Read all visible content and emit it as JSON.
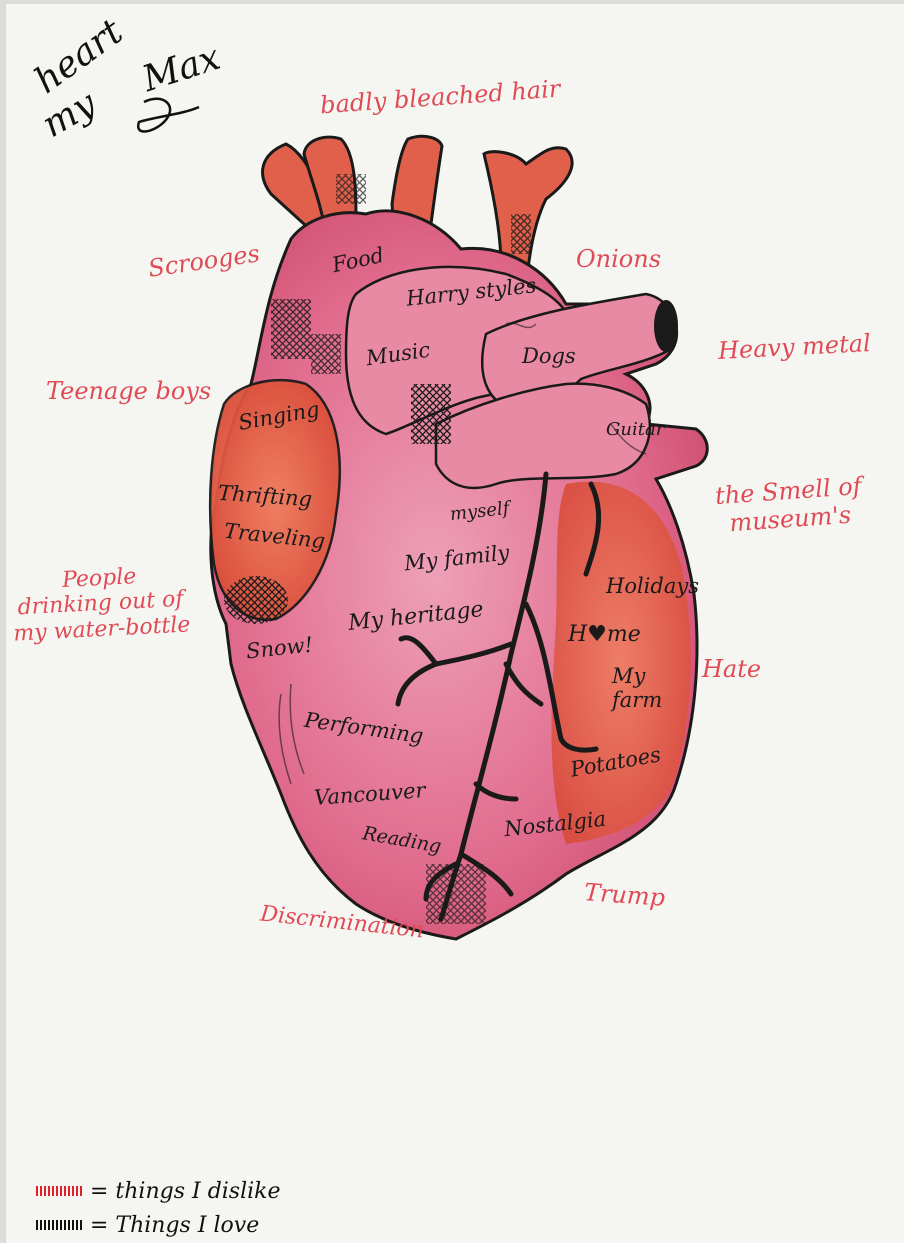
{
  "title": {
    "word1": "heart",
    "word2": "my",
    "word3": "Max"
  },
  "dislikes": {
    "badly_bleached_hair": "badly bleached hair",
    "scrooges": "Scrooges",
    "onions": "Onions",
    "heavy_metal": "Heavy metal",
    "teenage_boys": "Teenage boys",
    "smell_of_museums": "the Smell of\nmuseum's",
    "people_drinking": "People\ndrinking out of\nmy water-bottle",
    "hate": "Hate",
    "trump": "Trump",
    "discrimination": "Discrimination"
  },
  "loves": {
    "food": "Food",
    "harry_styles": "Harry styles",
    "music": "Music",
    "dogs": "Dogs",
    "singing": "Singing",
    "guitar": "Guitar",
    "thrifting": "Thrifting",
    "traveling": "Traveling",
    "myself": "myself",
    "my_family": "My family",
    "holidays": "Holidays",
    "my_heritage": "My heritage",
    "snow": "Snow!",
    "home": "H♥me",
    "my_farm": "My\nfarm",
    "performing": "Performing",
    "potatoes": "Potatoes",
    "vancouver": "Vancouver",
    "reading": "Reading",
    "nostalgia": "Nostalgia"
  },
  "legend": {
    "dislike": "= things I dislike",
    "love": "= Things I love",
    "dislike_color": "#e0202a",
    "love_color": "#111111"
  },
  "colors": {
    "heart_pink": "#e06a8c",
    "heart_red": "#e05a40",
    "ink": "#1a1a1a",
    "paper": "#f5f5f1"
  }
}
